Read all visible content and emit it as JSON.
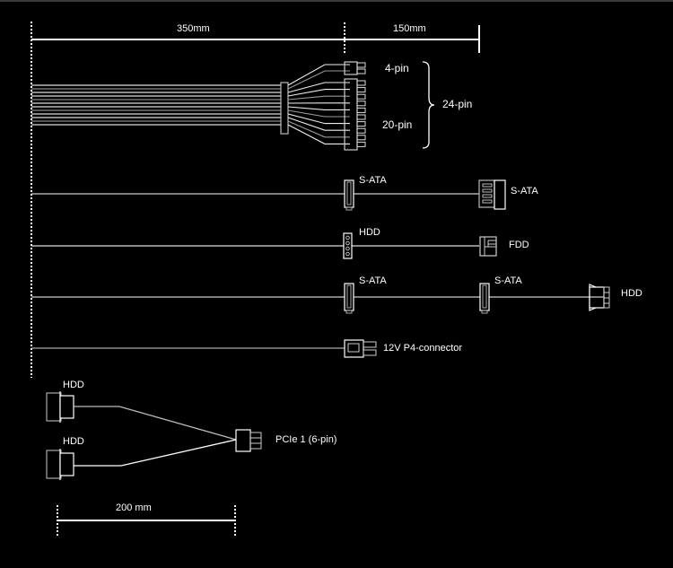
{
  "title": "PSU cable and connector layout diagram",
  "colors": {
    "background": "#000000",
    "line": "#ffffff",
    "wire_dim": "#9a9a9a"
  },
  "dimensions": {
    "main_first": "350mm",
    "main_second": "150mm",
    "pcie_cable": "200 mm"
  },
  "atx_cable": {
    "connector_4pin": "4-pin",
    "connector_20pin": "20-pin",
    "combined": "24-pin",
    "pins_4": 2,
    "pins_20": 10
  },
  "cables": [
    {
      "id": "sata-cable",
      "connectors": [
        {
          "label": "S-ATA",
          "type": "sata-inline"
        },
        {
          "label": "S-ATA",
          "type": "sata-end"
        }
      ]
    },
    {
      "id": "hdd-fdd-cable",
      "connectors": [
        {
          "label": "HDD",
          "type": "molex-inline"
        },
        {
          "label": "FDD",
          "type": "fdd-end"
        }
      ]
    },
    {
      "id": "sata-sata-hdd-cable",
      "connectors": [
        {
          "label": "S-ATA",
          "type": "sata-inline"
        },
        {
          "label": "S-ATA",
          "type": "sata-inline"
        },
        {
          "label": "HDD",
          "type": "molex-end"
        }
      ]
    },
    {
      "id": "p4-cable",
      "connectors": [
        {
          "label": "12V P4-connector",
          "type": "p4"
        }
      ]
    }
  ],
  "pcie_cable": {
    "connector_label": "PCIe 1 (6-pin)",
    "branch_labels": [
      "HDD",
      "HDD"
    ]
  }
}
